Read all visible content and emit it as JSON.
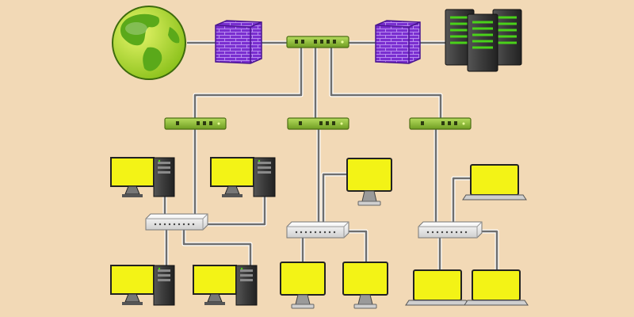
{
  "colors": {
    "background": "#f2d9b6",
    "cable": "#6e6e6e",
    "cable_outline": "#ffffff",
    "screen": "#f3f316",
    "switch_green": "#95c43a",
    "firewall": "#7a2fd0",
    "globe_land": "#5aa91a",
    "globe_sea": "#bfe03a",
    "server_led": "#4ad11a",
    "device_dark": "#3c3c3c",
    "hub_body": "#eeeeee"
  },
  "icons": {
    "internet": "globe-icon",
    "firewall": "brick-wall-icon",
    "core_switch": "network-switch-icon",
    "servers": "server-rack-icon",
    "distribution_switch": "network-switch-icon",
    "access_hub": "network-hub-icon",
    "desktop": "desktop-computer-icon",
    "monitor": "monitor-icon",
    "laptop": "laptop-icon"
  },
  "topology": {
    "core": [
      "internet",
      "firewall-left",
      "core-switch",
      "firewall-right",
      "server-farm"
    ],
    "distribution_switches": 3,
    "access_hubs": 3,
    "branches": [
      {
        "hub": "left",
        "endpoints": [
          "desktop",
          "desktop",
          "desktop",
          "desktop"
        ]
      },
      {
        "hub": "center",
        "endpoints": [
          "monitor",
          "monitor",
          "monitor"
        ]
      },
      {
        "hub": "right",
        "endpoints": [
          "laptop",
          "laptop",
          "laptop"
        ]
      }
    ]
  }
}
